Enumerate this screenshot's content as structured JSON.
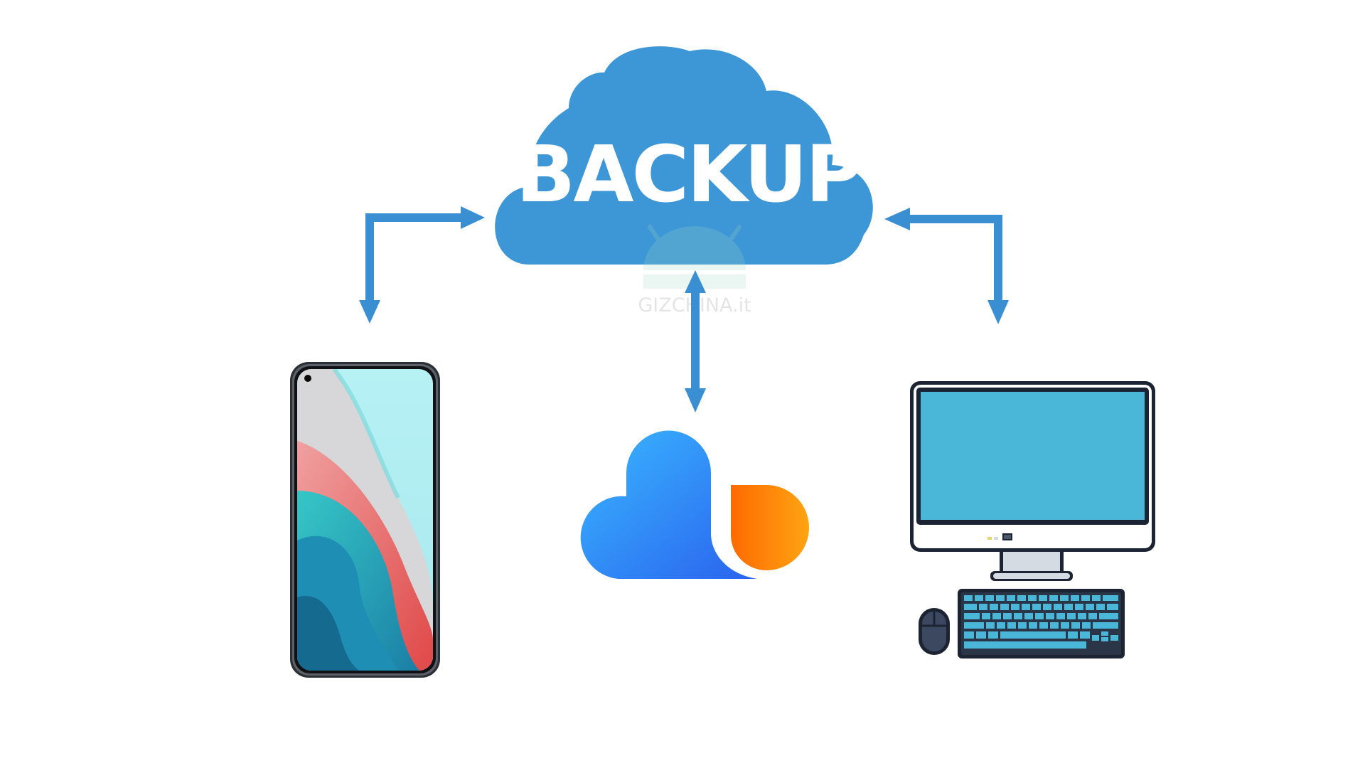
{
  "diagram": {
    "cloud_label": "BACKUP",
    "watermark": "GIZCHINA.it",
    "nodes": [
      {
        "name": "smartphone",
        "icon": "smartphone-icon"
      },
      {
        "name": "cloud-service",
        "icon": "cloud-service-logo"
      },
      {
        "name": "desktop-computer",
        "icon": "desktop-computer-icon"
      }
    ],
    "connections": [
      {
        "from": "backup-cloud",
        "to": "smartphone",
        "direction": "bidirectional"
      },
      {
        "from": "backup-cloud",
        "to": "cloud-service",
        "direction": "bidirectional"
      },
      {
        "from": "backup-cloud",
        "to": "desktop-computer",
        "direction": "bidirectional"
      }
    ]
  },
  "colors": {
    "backup_cloud": "#3d96d6",
    "arrow": "#3a8fd3",
    "cloud_logo_blue": "#2f7cf6",
    "cloud_logo_orange": "#ff8c0a",
    "monitor_screen": "#4ab6d8",
    "device_outline": "#1c2433"
  }
}
